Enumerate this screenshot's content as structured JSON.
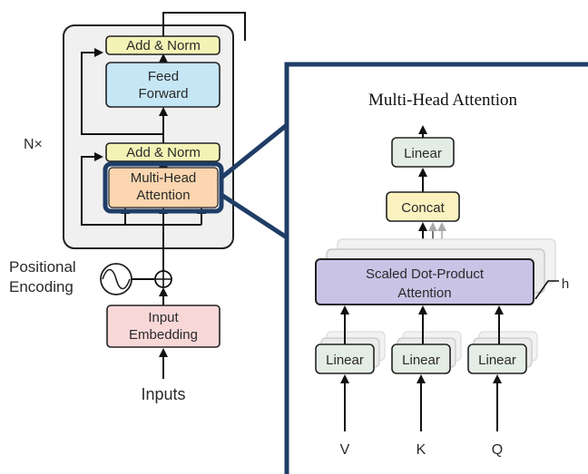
{
  "encoder": {
    "repeat_label": "N×",
    "add_norm_top": "Add & Norm",
    "feed_forward": [
      "Feed",
      "Forward"
    ],
    "add_norm_bottom": "Add & Norm",
    "multi_head_attention": [
      "Multi-Head",
      "Attention"
    ],
    "positional_encoding": [
      "Positional",
      "Encoding"
    ],
    "input_embedding": [
      "Input",
      "Embedding"
    ],
    "inputs": "Inputs",
    "colors": {
      "add_norm": "#f4f3b6",
      "feed_forward": "#c5e6f5",
      "attention": "#fbd6b0",
      "embedding": "#f8d7d7",
      "block_bg": "#f0f0f0",
      "highlight": "#1f3d66"
    }
  },
  "zoom": {
    "title": "Multi-Head Attention",
    "linear_top": "Linear",
    "concat": "Concat",
    "scaled_attention": [
      "Scaled Dot-Product",
      "Attention"
    ],
    "heads_label": "h",
    "linear_v": "Linear",
    "linear_k": "Linear",
    "linear_q": "Linear",
    "input_v": "V",
    "input_k": "K",
    "input_q": "Q",
    "colors": {
      "linear": "#e4ece6",
      "concat": "#fbf2c0",
      "attention": "#c9c3e6"
    }
  }
}
